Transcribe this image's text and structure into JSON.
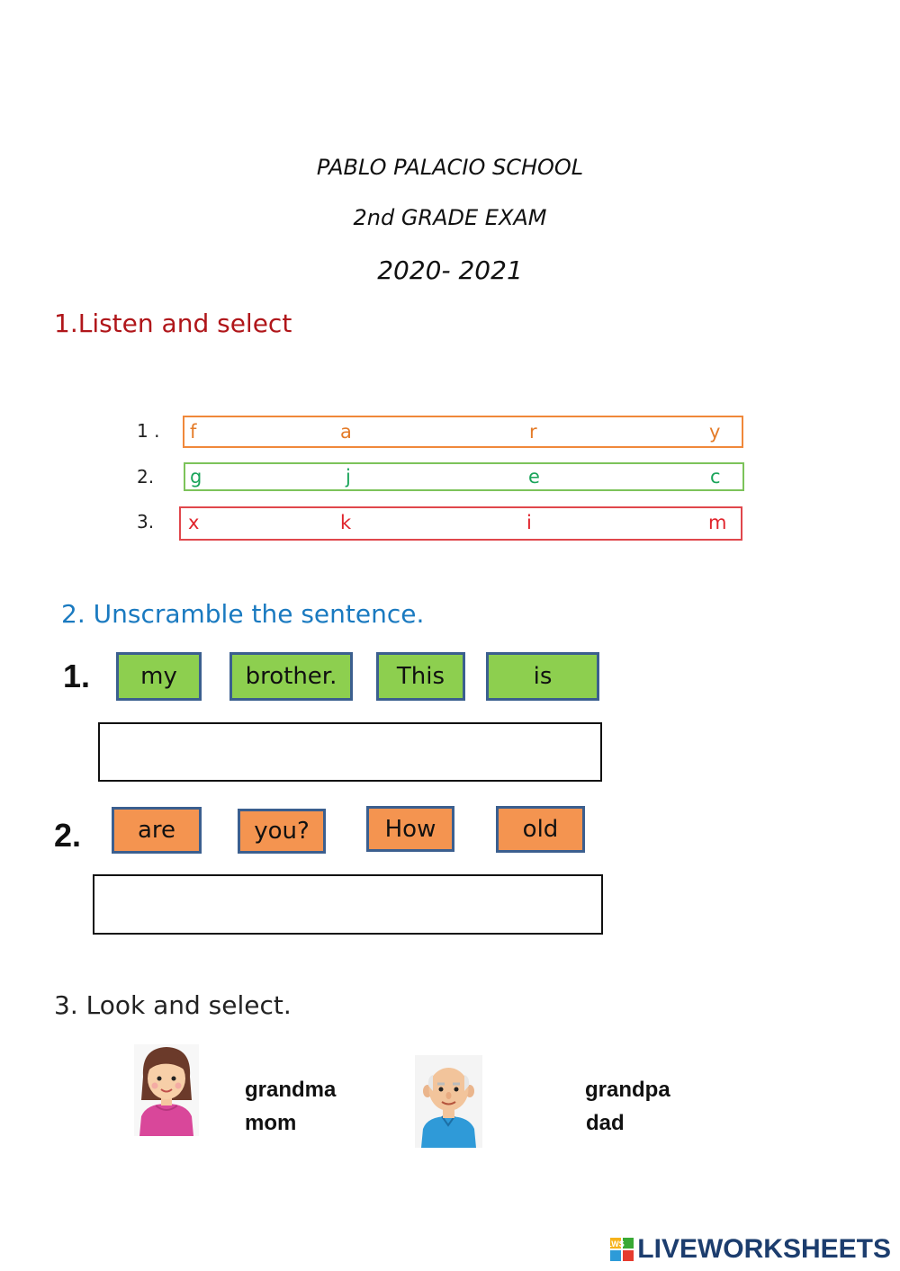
{
  "header": {
    "school": "PABLO PALACIO SCHOOL",
    "grade": "2nd GRADE EXAM",
    "year": "2020- 2021"
  },
  "section1": {
    "title": "1.Listen and select",
    "rows": [
      {
        "number": "1 .",
        "letters": [
          "f",
          "a",
          "r",
          "y"
        ],
        "color": "#e47b28"
      },
      {
        "number": "2.",
        "letters": [
          "g",
          "j",
          "e",
          "c"
        ],
        "color": "#1aa45a"
      },
      {
        "number": "3.",
        "letters": [
          "x",
          "k",
          "i",
          "m"
        ],
        "color": "#e0232b"
      }
    ]
  },
  "section2": {
    "title": "2. Unscramble the sentence.",
    "items": [
      {
        "number": "1.",
        "words": [
          "my",
          "brother.",
          "This",
          "is"
        ],
        "color": "#8dcf4f",
        "answer": ""
      },
      {
        "number": "2.",
        "words": [
          "are",
          "you?",
          "How",
          "old"
        ],
        "color": "#f49450",
        "answer": ""
      }
    ]
  },
  "section3": {
    "title": "3.  Look and select.",
    "people": [
      {
        "icon": "woman-icon",
        "options": [
          "grandma",
          "mom"
        ]
      },
      {
        "icon": "old-man-icon",
        "options": [
          "grandpa",
          "dad"
        ]
      }
    ]
  },
  "footer": {
    "brand": "LIVEWORKSHEETS",
    "logo_letters": "LWS"
  }
}
